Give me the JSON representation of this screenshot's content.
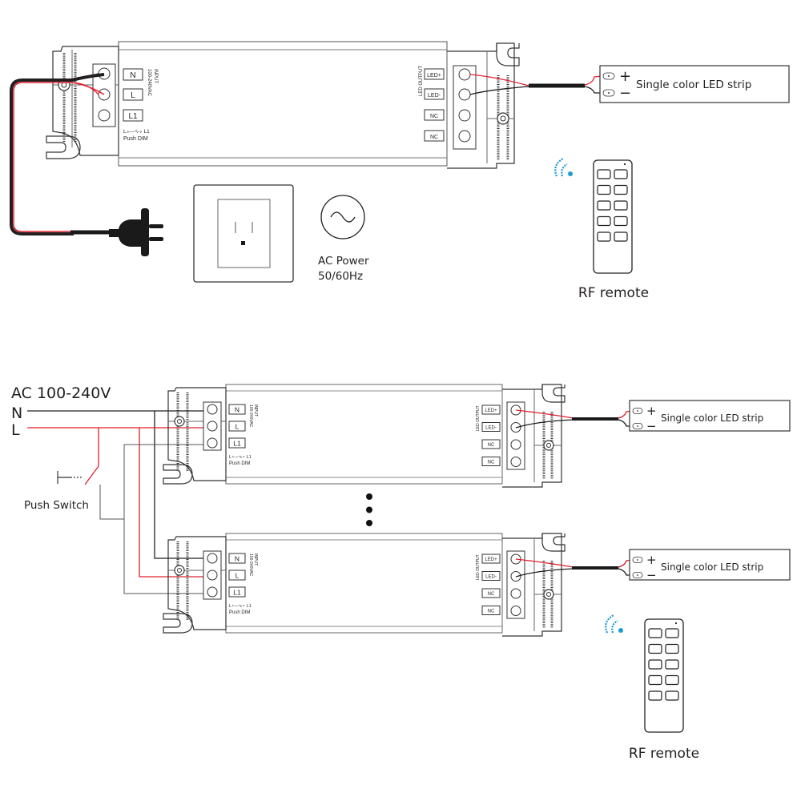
{
  "diagram": {
    "top_section": {
      "controller": {
        "input_terminals": [
          "N",
          "L",
          "L1"
        ],
        "input_label_line1": "INPUT",
        "input_label_line2": "100-240VAC",
        "switch_symbol": "L∘—∿∘ L1",
        "push_dim_label": "Push DIM",
        "output_label": "LED OUTPUT",
        "output_terminals": [
          "LED+",
          "LED-",
          "NC",
          "NC"
        ]
      },
      "led_strip": {
        "plus": "+",
        "minus": "−",
        "label": "Single color LED strip"
      },
      "power_source": {
        "label_line1": "AC Power",
        "label_line2": "50/60Hz",
        "icon": "ac-sine-icon"
      },
      "plug_icon": "power-plug-icon",
      "outlet_icon": "wall-outlet-icon",
      "remote": {
        "label": "RF remote",
        "button_rows": 5,
        "button_cols": 2,
        "signal_icon": "wireless-signal-icon"
      }
    },
    "bottom_section": {
      "supply_label": "AC 100-240V",
      "neutral_label": "N",
      "live_label": "L",
      "switch_label": "Push Switch",
      "ellipsis_dots": 3,
      "controllers": [
        {
          "input_terminals": [
            "N",
            "L",
            "L1"
          ],
          "input_label_line1": "INPUT",
          "input_label_line2": "100-240VAC",
          "switch_symbol": "L∘—∿∘ L1",
          "push_dim_label": "Push DIM",
          "output_label": "LED OUTPUT",
          "output_terminals": [
            "LED+",
            "LED-",
            "NC",
            "NC"
          ],
          "led_strip": {
            "plus": "+",
            "minus": "−",
            "label": "Single color LED strip"
          }
        },
        {
          "input_terminals": [
            "N",
            "L",
            "L1"
          ],
          "input_label_line1": "INPUT",
          "input_label_line2": "100-240VAC",
          "switch_symbol": "L∘—∿∘ L1",
          "push_dim_label": "Push DIM",
          "output_label": "LED OUTPUT",
          "output_terminals": [
            "LED+",
            "LED-",
            "NC",
            "NC"
          ],
          "led_strip": {
            "plus": "+",
            "minus": "−",
            "label": "Single color LED strip"
          }
        }
      ],
      "remote": {
        "label": "RF remote",
        "button_rows": 5,
        "button_cols": 2,
        "signal_icon": "wireless-signal-icon"
      }
    },
    "colors": {
      "live_wire": "#e0202e",
      "neutral_wire": "#231f20",
      "signal_blue": "#1e9ad6",
      "outline": "#333333"
    }
  }
}
